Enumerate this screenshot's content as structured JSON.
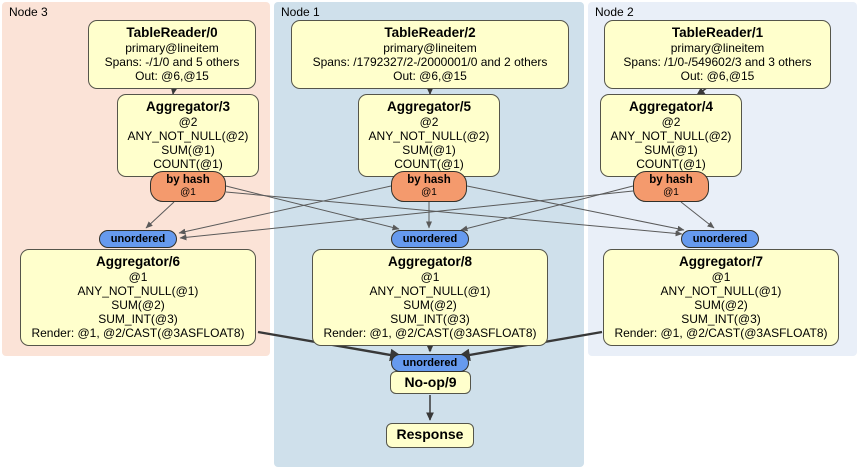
{
  "diagram": {
    "regions": [
      {
        "id": "node3",
        "label": "Node 3"
      },
      {
        "id": "node1",
        "label": "Node 1"
      },
      {
        "id": "node2",
        "label": "Node 2"
      }
    ],
    "processors": {
      "tablereader0": {
        "title": "TableReader/0",
        "lines": [
          "primary@lineitem",
          "Spans: -/1/0 and 5 others",
          "Out: @6,@15"
        ]
      },
      "tablereader2": {
        "title": "TableReader/2",
        "lines": [
          "primary@lineitem",
          "Spans: /1792327/2-/2000001/0 and 2 others",
          "Out: @6,@15"
        ]
      },
      "tablereader1": {
        "title": "TableReader/1",
        "lines": [
          "primary@lineitem",
          "Spans: /1/0-/549602/3 and 3 others",
          "Out: @6,@15"
        ]
      },
      "aggregator3": {
        "title": "Aggregator/3",
        "lines": [
          "@2",
          "ANY_NOT_NULL(@2)",
          "SUM(@1)",
          "COUNT(@1)"
        ]
      },
      "aggregator5": {
        "title": "Aggregator/5",
        "lines": [
          "@2",
          "ANY_NOT_NULL(@2)",
          "SUM(@1)",
          "COUNT(@1)"
        ]
      },
      "aggregator4": {
        "title": "Aggregator/4",
        "lines": [
          "@2",
          "ANY_NOT_NULL(@2)",
          "SUM(@1)",
          "COUNT(@1)"
        ]
      },
      "aggregator6": {
        "title": "Aggregator/6",
        "lines": [
          "@1",
          "ANY_NOT_NULL(@1)",
          "SUM(@2)",
          "SUM_INT(@3)",
          "Render: @1, @2/CAST(@3ASFLOAT8)"
        ]
      },
      "aggregator8": {
        "title": "Aggregator/8",
        "lines": [
          "@1",
          "ANY_NOT_NULL(@1)",
          "SUM(@2)",
          "SUM_INT(@3)",
          "Render: @1, @2/CAST(@3ASFLOAT8)"
        ]
      },
      "aggregator7": {
        "title": "Aggregator/7",
        "lines": [
          "@1",
          "ANY_NOT_NULL(@1)",
          "SUM(@2)",
          "SUM_INT(@3)",
          "Render: @1, @2/CAST(@3ASFLOAT8)"
        ]
      },
      "noop9": {
        "title": "No-op/9"
      },
      "response": {
        "title": "Response"
      }
    },
    "routers": {
      "by_hash": {
        "label": "by hash",
        "key": "@1"
      },
      "unordered": {
        "label": "unordered"
      }
    },
    "colors": {
      "node3_bg": "#fbe3d7",
      "node1_bg": "#cfe0eb",
      "node2_bg": "#e9eff8",
      "box_bg": "#ffffcc",
      "box_border": "#55554a",
      "hash_bg": "#f49a6d",
      "unordered_bg": "#669aee",
      "oval_border": "#30302a",
      "edge": "#5a5a5a",
      "edge_thick": "#383838"
    }
  }
}
